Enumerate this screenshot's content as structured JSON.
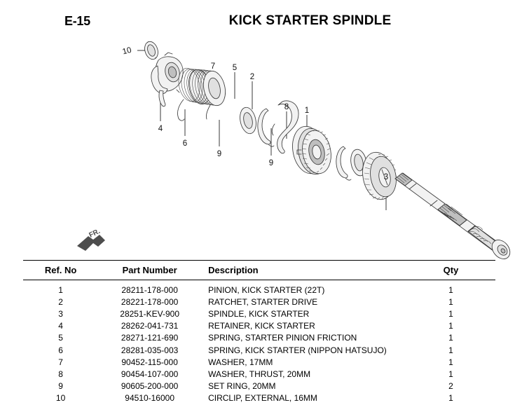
{
  "header": {
    "section_code": "E-15",
    "title": "KICK STARTER SPINDLE"
  },
  "diagram": {
    "fr_marker_label": "FR.",
    "callouts": [
      {
        "id": "callout-10",
        "label": "10"
      },
      {
        "id": "callout-4",
        "label": "4"
      },
      {
        "id": "callout-6",
        "label": "6"
      },
      {
        "id": "callout-7",
        "label": "7"
      },
      {
        "id": "callout-9a",
        "label": "9"
      },
      {
        "id": "callout-5",
        "label": "5"
      },
      {
        "id": "callout-2",
        "label": "2"
      },
      {
        "id": "callout-9b",
        "label": "9"
      },
      {
        "id": "callout-8a",
        "label": "8"
      },
      {
        "id": "callout-1",
        "label": "1"
      },
      {
        "id": "callout-3",
        "label": "3"
      }
    ]
  },
  "table": {
    "columns": {
      "ref_no": "Ref. No",
      "part_number": "Part Number",
      "description": "Description",
      "qty": "Qty"
    },
    "rows": [
      {
        "ref": "1",
        "part": "28211-178-000",
        "desc": "PINION, KICK STARTER (22T)",
        "qty": "1"
      },
      {
        "ref": "2",
        "part": "28221-178-000",
        "desc": "RATCHET, STARTER DRIVE",
        "qty": "1"
      },
      {
        "ref": "3",
        "part": "28251-KEV-900",
        "desc": "SPINDLE, KICK STARTER",
        "qty": "1"
      },
      {
        "ref": "4",
        "part": "28262-041-731",
        "desc": "RETAINER, KICK STARTER",
        "qty": "1"
      },
      {
        "ref": "5",
        "part": "28271-121-690",
        "desc": "SPRING, STARTER PINION FRICTION",
        "qty": "1"
      },
      {
        "ref": "6",
        "part": "28281-035-003",
        "desc": "SPRING, KICK STARTER (NIPPON HATSUJO)",
        "qty": "1"
      },
      {
        "ref": "7",
        "part": "90452-115-000",
        "desc": "WASHER, 17MM",
        "qty": "1"
      },
      {
        "ref": "8",
        "part": "90454-107-000",
        "desc": "WASHER, THRUST, 20MM",
        "qty": "1"
      },
      {
        "ref": "9",
        "part": "90605-200-000",
        "desc": "SET RING, 20MM",
        "qty": "2"
      },
      {
        "ref": "10",
        "part": "94510-16000",
        "desc": "CIRCLIP, EXTERNAL, 16MM",
        "qty": "1"
      }
    ]
  },
  "colors": {
    "ink": "#000000",
    "line": "#3a3a3a",
    "fill_light": "#f2f2f2",
    "fill_mid": "#e0e0e0",
    "fill_dark": "#bfbfbf"
  }
}
